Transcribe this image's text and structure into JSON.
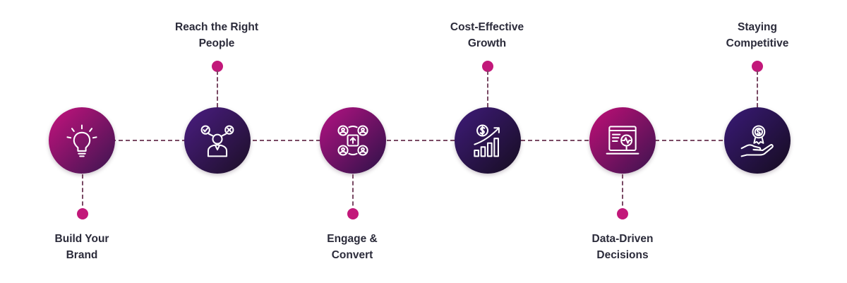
{
  "colors": {
    "accent": "#c2187a",
    "connector": "#7a4a64",
    "label_text": "#2b2b3a"
  },
  "steps": [
    {
      "title_line1": "Build Your",
      "title_line2": "Brand",
      "icon": "lightbulb-icon",
      "gradient": [
        "#c6127e",
        "#3a1650"
      ]
    },
    {
      "title_line1": "Reach the Right",
      "title_line2": "People",
      "icon": "target-audience-person-icon",
      "gradient": [
        "#4b1d83",
        "#1c0f26"
      ]
    },
    {
      "title_line1": "Engage &",
      "title_line2": "Convert",
      "icon": "engagement-network-icon",
      "gradient": [
        "#b51283",
        "#2c1248"
      ]
    },
    {
      "title_line1": "Cost-Effective",
      "title_line2": "Growth",
      "icon": "growth-chart-icon",
      "gradient": [
        "#3f1b7a",
        "#160d20"
      ]
    },
    {
      "title_line1": "Data-Driven",
      "title_line2": "Decisions",
      "icon": "analytics-report-icon",
      "gradient": [
        "#c10f77",
        "#3b144f"
      ]
    },
    {
      "title_line1": "Staying",
      "title_line2": "Competitive",
      "icon": "award-hand-icon",
      "gradient": [
        "#3a1a78",
        "#150c1e"
      ]
    }
  ]
}
